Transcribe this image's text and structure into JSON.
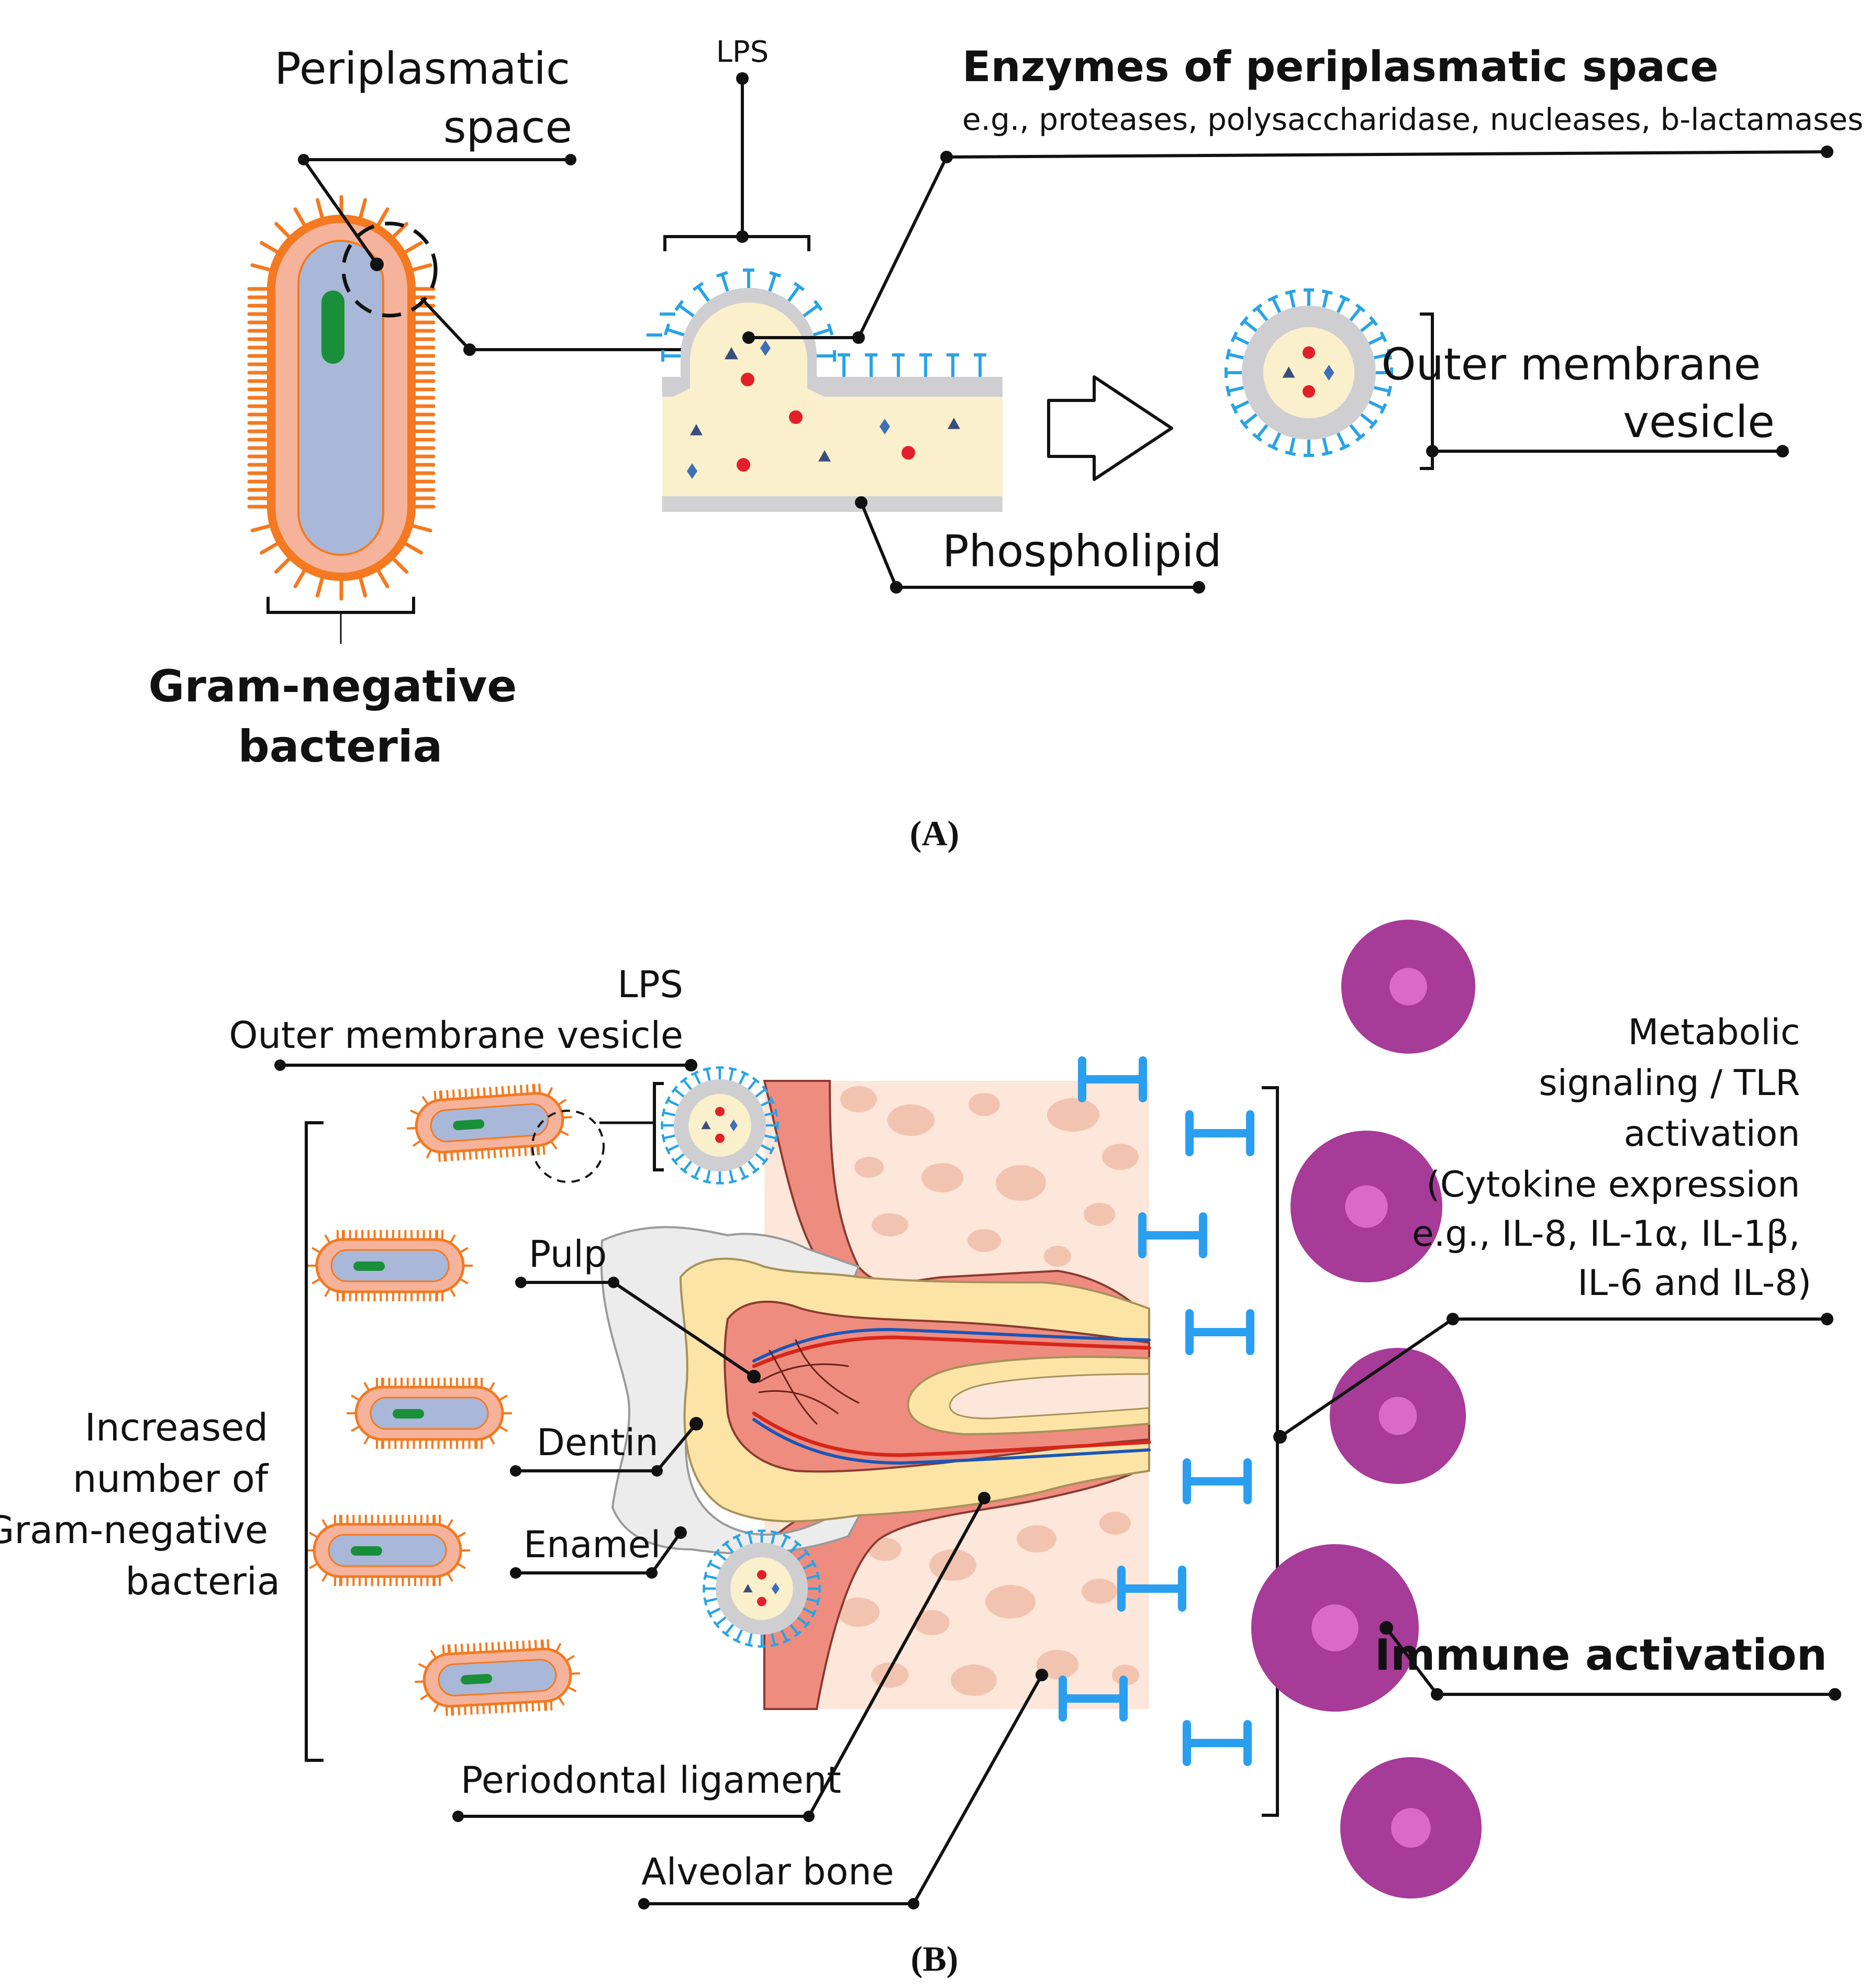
{
  "panel_a": {
    "periplasmatic_space": [
      "Periplasmatic",
      "space"
    ],
    "lps": "LPS",
    "enzymes_title": "Enzymes of periplasmatic space",
    "enzymes_examples": "e.g., proteases, polysaccharidase, nucleases, b-lactamases",
    "outer_membrane_vesicle": [
      "Outer membrane",
      "vesicle"
    ],
    "phospholipid": "Phospholipid",
    "gram_negative_bacteria": [
      "Gram-negative",
      "bacteria"
    ],
    "caption": "(A)"
  },
  "panel_b": {
    "lps": "LPS",
    "outer_membrane_vesicle": "Outer membrane vesicle",
    "pulp": "Pulp",
    "dentin": "Dentin",
    "enamel": "Enamel",
    "increased_bacteria": [
      "Increased",
      "number of",
      "Gram-negative",
      "bacteria"
    ],
    "metabolic_signaling": [
      "Metabolic",
      "signaling / TLR",
      "activation",
      "(Cytokine expression",
      "e.g., IL-8, IL-1α, IL-1β,",
      "IL-6 and IL-8)"
    ],
    "immune_activation": "Immune activation",
    "periodontal_ligament": "Periodontal ligament",
    "alveolar_bone": "Alveolar bone",
    "caption": "(B)"
  },
  "colors": {
    "bacteria_outer": "#f47920",
    "bacteria_periplasm": "#f6b39b",
    "bacteria_cytoplasm": "#a9b8d8",
    "bacteria_dna": "#1a8f3a",
    "lps_blue": "#29a3e6",
    "vesicle_lumen": "#fbf0cc",
    "membrane_grey": "#cfcfd1",
    "protein_red": "#e3202a",
    "protein_navy": "#3a4e7a",
    "protein_blue": "#3e6fb8",
    "gum_pink": "#ee8d7f",
    "bone": "#fde6da",
    "bone_pores": "#f2c4b0",
    "dentin": "#fbe4a6",
    "enamel": "#ececec",
    "immune_cell": "#a63b98",
    "immune_nucleus": "#d96bc8",
    "tlr_blue": "#2a9ff0"
  }
}
